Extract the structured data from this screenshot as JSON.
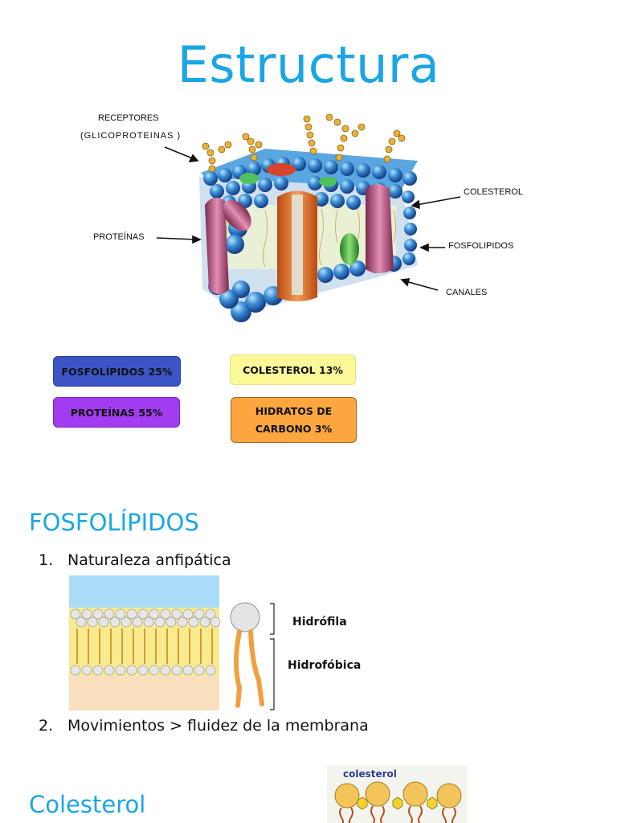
{
  "title": "Estructura",
  "diagram": {
    "labels": {
      "receptores_1": "RECEPTORES",
      "receptores_2": "(GLICOPROTEINAS )",
      "proteinas": "PROTEÍNAS",
      "colesterol": "COLESTEROL",
      "fosfolipidos": "FOSFOLIPIDOS",
      "canales": "CANALES"
    }
  },
  "composition": {
    "fosfolipidos": {
      "label": "FOSFOLÍPIDOS 25%",
      "color": "#3b55c7"
    },
    "colesterol": {
      "label": "COLESTEROL 13%",
      "color": "#fbf89a"
    },
    "proteinas": {
      "label": "PROTEÍNAS 55%",
      "color": "#a23cf0"
    },
    "hidratos_1": "HIDRATOS DE",
    "hidratos_2": "CARBONO 3%",
    "hidratos_color": "#fba63e"
  },
  "section_fosfolipidos": {
    "heading": "FOSFOLÍPIDOS",
    "item1_num": "1.",
    "item1_text": "Naturaleza anfipática",
    "hidrofila": "Hidrófila",
    "hidrofobica": "Hidrofóbica",
    "item2_num": "2.",
    "item2_text": "Movimientos > fluidez de la membrana"
  },
  "section_colesterol": {
    "heading": "Colesterol",
    "figure_label": "colesterol"
  }
}
